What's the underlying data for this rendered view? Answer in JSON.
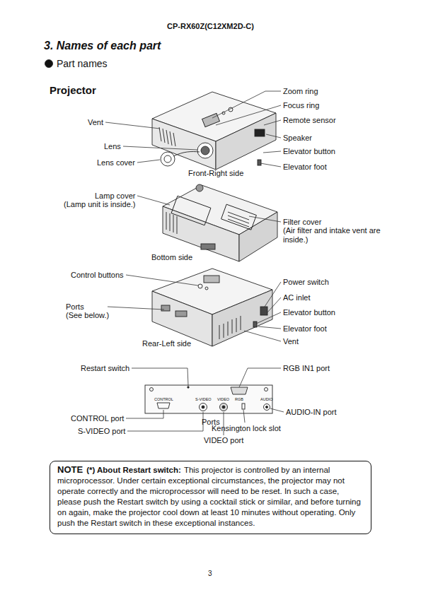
{
  "diagram": {
    "title": "3. Names of each part",
    "nodes": [
      {
        "text": [
          "NOTE",
          "(*) About Restart switch:",
          "This projector is controlled by an internal microprocessor. Under certain exceptional circumstances, the projector may not operate correctly and the microprocessor will need to be reset. In such a case, please push the Restart switch by using a cocktail stick or similar, and before turning on again, make the projector cool down at least 10 minutes without operating. Only push the Restart switch in these exceptional instances."
        ]
      }
    ],
    "edges": [],
    "labels": [
      "CP-RX60Z(C12XM2D-C)",
      "Part names",
      "Projector",
      "Zoom ring",
      "Focus ring",
      "Remote sensor",
      "Vent",
      "Speaker",
      "Lens",
      "Elevator button",
      "Lens cover",
      "Elevator foot",
      "Front-Right side",
      "Lamp cover",
      "(Lamp unit is inside.)",
      "Filter cover",
      "(Air filter and intake vent are inside.)",
      "Bottom side",
      "Control buttons",
      "Power switch",
      "AC inlet",
      "Ports",
      "(See below.)",
      "Elevator button",
      "Elevator foot",
      "Rear-Left side",
      "Vent",
      "Restart switch",
      "RGB IN1 port",
      "CONTROL",
      "S-VIDEO",
      "VIDEO",
      "RGB",
      "AUDIO",
      "AUDIO-IN port",
      "CONTROL port",
      "Ports",
      "Kensington lock slot",
      "S-VIDEO port",
      "VIDEO port",
      "3"
    ]
  }
}
